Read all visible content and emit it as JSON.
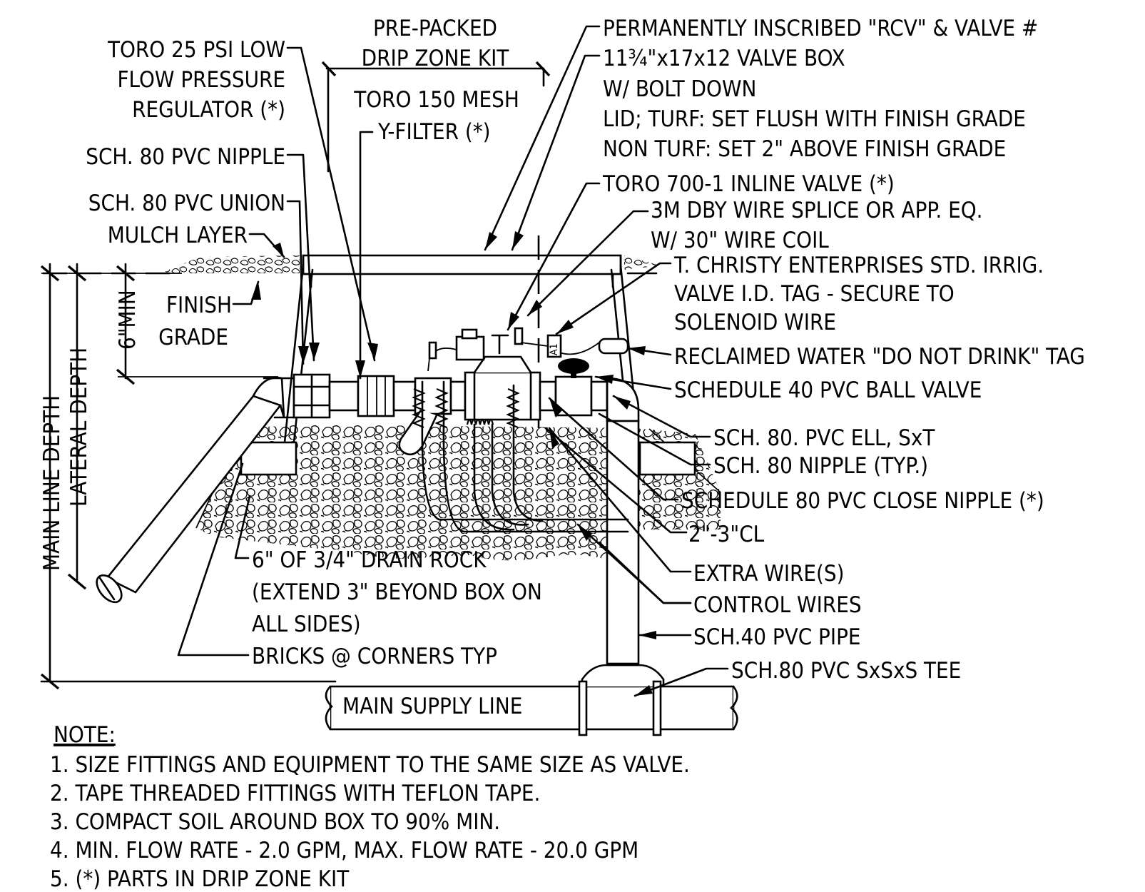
{
  "drawing": {
    "labels_left": {
      "pressure_regulator": [
        "TORO 25 PSI LOW",
        "FLOW PRESSURE",
        "REGULATOR (*)"
      ],
      "nipple": "SCH. 80 PVC NIPPLE",
      "union": "SCH. 80 PVC UNION",
      "mulch": "MULCH LAYER",
      "finish_grade": [
        "FINISH",
        "GRADE"
      ]
    },
    "labels_top": {
      "drip_kit": [
        "PRE-PACKED",
        "DRIP ZONE KIT"
      ],
      "y_filter": [
        "TORO 150 MESH",
        "Y-FILTER (*)"
      ]
    },
    "labels_right": {
      "inscribed": "PERMANENTLY INSCRIBED \"RCV\" & VALVE #",
      "valve_box": [
        "11¾\"x17x12 VALVE BOX",
        "W/ BOLT DOWN",
        "LID; TURF: SET FLUSH WITH FINISH GRADE",
        "NON TURF: SET 2\" ABOVE FINISH GRADE"
      ],
      "inline_valve": "TORO 700-1 INLINE VALVE (*)",
      "wire_splice": [
        "3M DBY WIRE SPLICE OR APP. EQ.",
        "W/ 30\" WIRE COIL"
      ],
      "id_tag": [
        "T. CHRISTY ENTERPRISES STD. IRRIG.",
        "VALVE I.D. TAG - SECURE TO",
        "SOLENOID WIRE"
      ],
      "reclaimed_tag": "RECLAIMED WATER \"DO NOT DRINK\" TAG",
      "ball_valve": "SCHEDULE 40 PVC BALL VALVE",
      "ell": "SCH. 80. PVC ELL, SxT",
      "nipple_typ": "SCH. 80 NIPPLE (TYP.)",
      "close_nipple": "SCHEDULE 80 PVC CLOSE NIPPLE (*)",
      "cl": "2\"-3\"CL",
      "extra_wires": "EXTRA WIRE(S)",
      "control_wires": "CONTROL WIRES",
      "pipe": "SCH.40 PVC PIPE",
      "tee": "SCH.80 PVC SxSxS TEE"
    },
    "labels_bottom": {
      "drain_rock": [
        "6\" OF 3/4\" DRAIN ROCK",
        "(EXTEND 3\" BEYOND BOX ON",
        "ALL SIDES)"
      ],
      "bricks": "BRICKS @ CORNERS TYP",
      "main_supply": "MAIN SUPPLY LINE"
    },
    "dimensions": {
      "main_line_depth": "MAIN LINE DEPTH",
      "lateral_depth": "LATERAL DEPTH",
      "six_min": "6\"MIN"
    },
    "tag_text": "A1"
  },
  "notes": {
    "heading": "NOTE:",
    "items": [
      "1. SIZE FITTINGS AND EQUIPMENT TO THE SAME SIZE AS VALVE.",
      "2. TAPE THREADED FITTINGS WITH TEFLON TAPE.",
      "3. COMPACT SOIL AROUND BOX TO 90% MIN.",
      "4. MIN. FLOW RATE - 2.0 GPM, MAX. FLOW RATE - 20.0 GPM",
      "5. (*) PARTS IN DRIP ZONE KIT"
    ]
  }
}
